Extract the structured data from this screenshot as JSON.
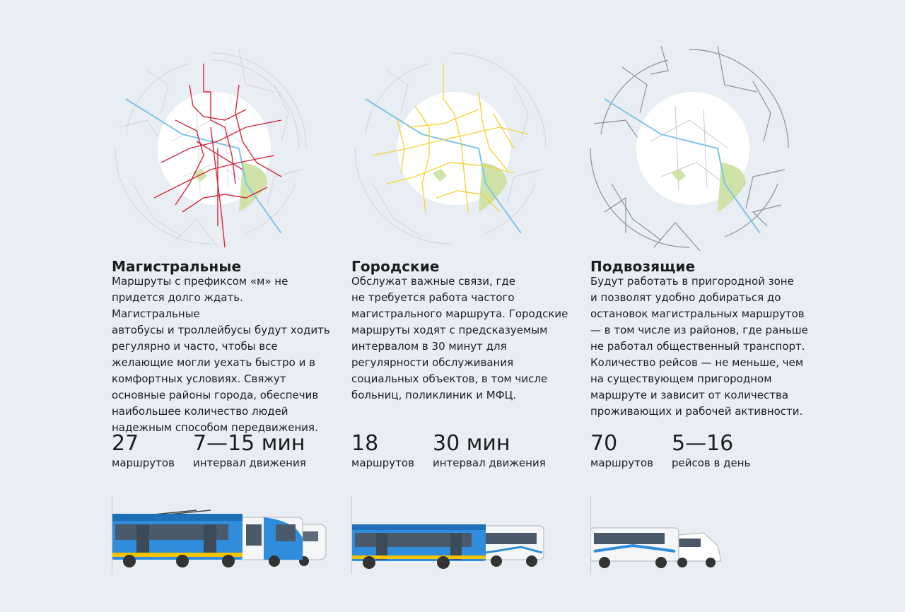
{
  "colors": {
    "background": "#e9eef4",
    "trunk_routes": "#d7263d",
    "city_routes": "#f2d43b",
    "feeder_routes": "#8c929c",
    "river": "#7fc4e8",
    "park": "#cfe3a8",
    "bus_blue": "#2f8ddb"
  },
  "columns": [
    {
      "title": "Магистральные",
      "description": "Маршруты с префиксом «м» не\nпридется долго ждать. Магистральные\nавтобусы и троллейбусы будут ходить\nрегулярно и часто, чтобы все\nжелающие могли уехать быстро и в\nкомфортных условиях. Свяжут\nосновные районы города, обеспечив\nнаибольшее количество людей\nнадежным способом передвижения.",
      "stats": [
        {
          "value": "27",
          "label": "маршрутов"
        },
        {
          "value": "7—15 мин",
          "label": "интервал движения"
        }
      ],
      "route_color": "#d7263d",
      "vehicles_icon": "trolleybus-and-bus-icon"
    },
    {
      "title": "Городские",
      "description": "Обслужат важные связи, где\nне требуется работа частого\nмагистрального маршрута. Городские\nмаршруты ходят с предсказуемым\nинтервалом в 30 минут для\nрегулярности обслуживания\nсоциальных объектов, в том числе\nбольниц, поликлиник и МФЦ.",
      "stats": [
        {
          "value": "18",
          "label": "маршрутов"
        },
        {
          "value": "30 мин",
          "label": "интервал движения"
        }
      ],
      "route_color": "#f2d43b",
      "vehicles_icon": "city-buses-icon"
    },
    {
      "title": "Подвозящие",
      "description": "Будут работать в пригородной зоне\nи позволят удобно добираться до\nостановок магистральных маршрутов\n— в том числе из районов, где раньше\nне работал общественный транспорт.\nКоличество рейсов — не меньше, чем\nна существующем пригородном\nмаршруте и зависит от количества\nпроживающих и рабочей активности.",
      "stats": [
        {
          "value": "70",
          "label": "маршрутов"
        },
        {
          "value": "5—16",
          "label": "рейсов в день"
        }
      ],
      "route_color": "#8c929c",
      "vehicles_icon": "minibuses-icon"
    }
  ]
}
